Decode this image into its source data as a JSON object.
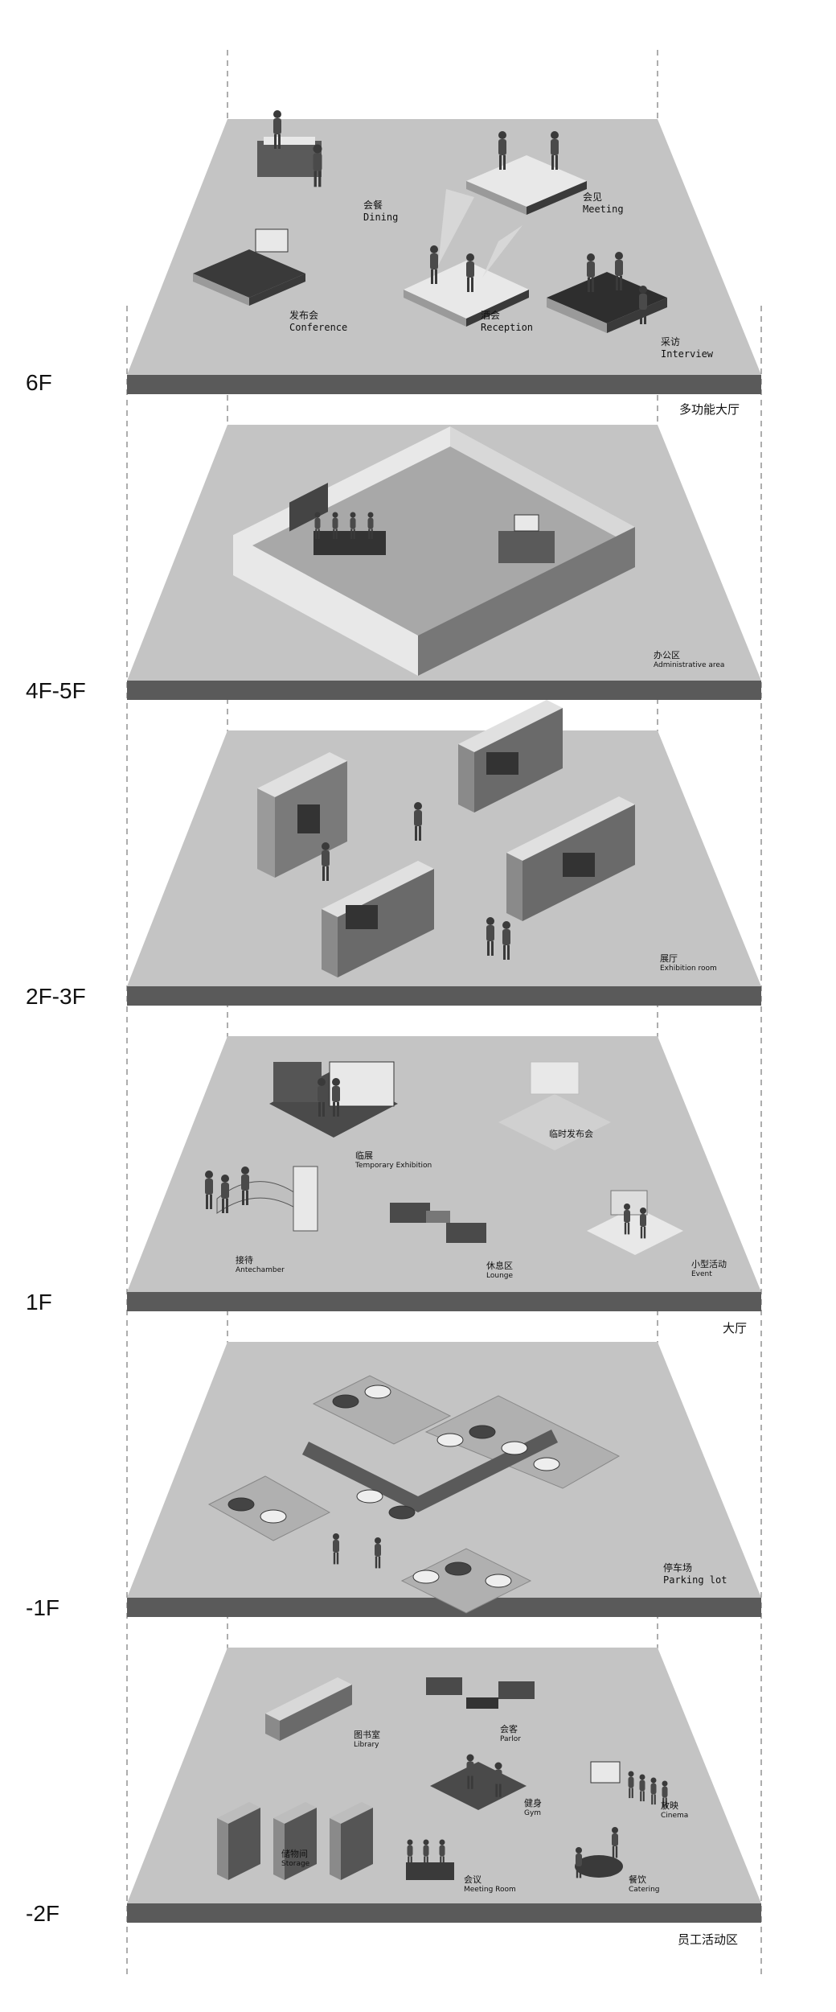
{
  "floors": [
    {
      "level": "6F",
      "area": "多功能大厅",
      "zones": [
        {
          "cn": "会餐",
          "en": "Dining"
        },
        {
          "cn": "会见",
          "en": "Meeting"
        },
        {
          "cn": "发布会",
          "en": "Conference"
        },
        {
          "cn": "酒会",
          "en": "Reception"
        },
        {
          "cn": "采访",
          "en": "Interview"
        }
      ]
    },
    {
      "level": "4F-5F",
      "area": "",
      "zones": [
        {
          "cn": "办公区",
          "en": "Administrative area"
        }
      ]
    },
    {
      "level": "2F-3F",
      "area": "",
      "zones": [
        {
          "cn": "展厅",
          "en": "Exhibition room"
        }
      ]
    },
    {
      "level": "1F",
      "area": "大厅",
      "zones": [
        {
          "cn": "临展",
          "en": "Temporary Exhibition"
        },
        {
          "cn": "临时发布会",
          "en": ""
        },
        {
          "cn": "接待",
          "en": "Antechamber"
        },
        {
          "cn": "休息区",
          "en": "Lounge"
        },
        {
          "cn": "小型活动",
          "en": "Event"
        }
      ]
    },
    {
      "level": "-1F",
      "area": "",
      "zones": [
        {
          "cn": "停车场",
          "en": "Parking lot"
        }
      ]
    },
    {
      "level": "-2F",
      "area": "员工活动区",
      "zones": [
        {
          "cn": "图书室",
          "en": "Library"
        },
        {
          "cn": "会客",
          "en": "Parlor"
        },
        {
          "cn": "放映",
          "en": "Cinema"
        },
        {
          "cn": "健身",
          "en": "Gym"
        },
        {
          "cn": "储物间",
          "en": "Storage"
        },
        {
          "cn": "会议",
          "en": "Meeting Room"
        },
        {
          "cn": "餐饮",
          "en": "Catering"
        }
      ]
    }
  ],
  "colors": {
    "slab_top": "#c4c4c4",
    "slab_edge": "#5a5a5a",
    "dash": "#777777",
    "dark": "#3a3a3a",
    "mid": "#8a8a8a",
    "light": "#e8e8e8"
  }
}
